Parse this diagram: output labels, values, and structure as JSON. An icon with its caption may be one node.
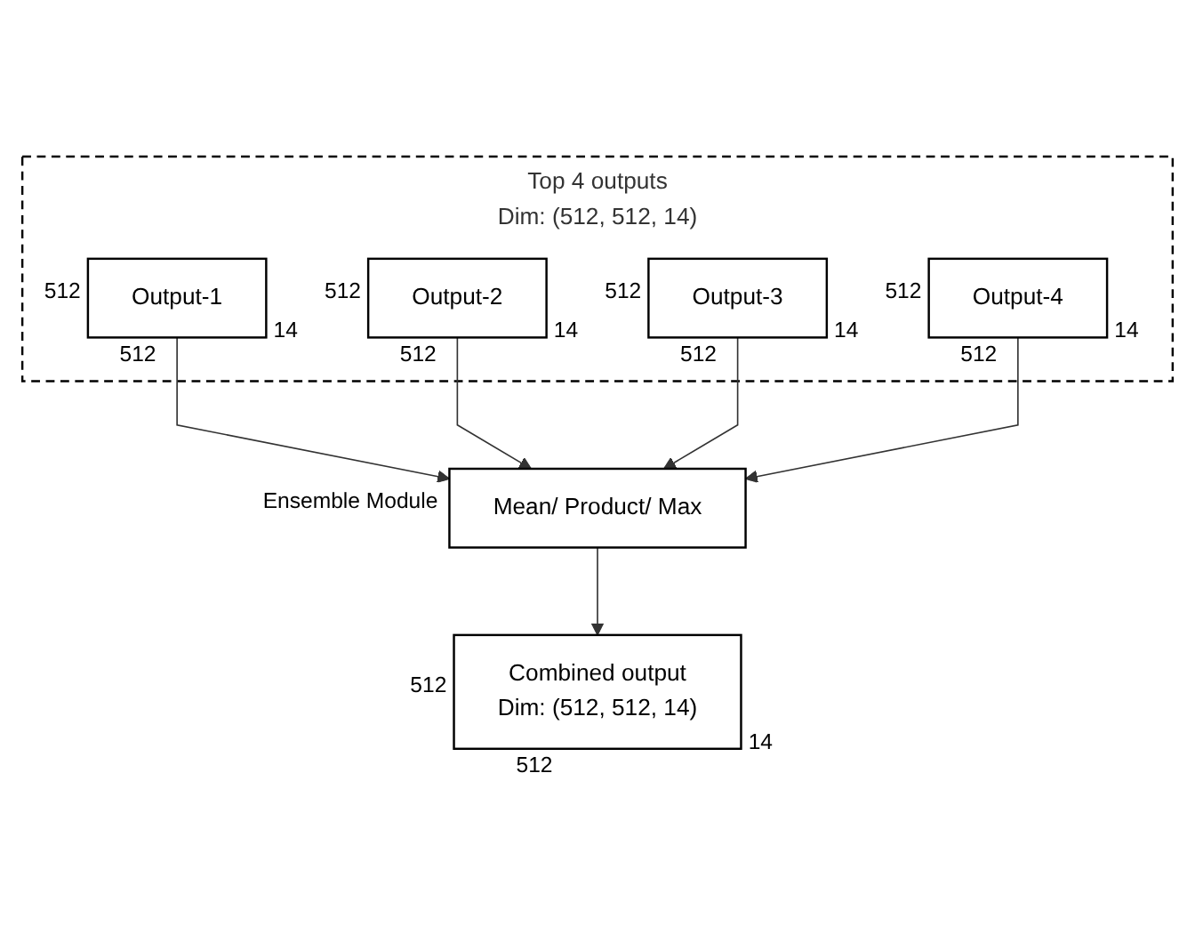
{
  "diagram": {
    "nodes": [
      {
        "text": [
          "Top 4 outputs",
          "Dim: (512, 512, 14)"
        ]
      },
      {
        "text": [
          "Output-1"
        ],
        "in": 0,
        "beside": [
          "512",
          "512",
          "14"
        ]
      },
      {
        "text": [
          "Output-2"
        ],
        "in": 0,
        "beside": [
          "512",
          "512",
          "14"
        ]
      },
      {
        "text": [
          "Output-3"
        ],
        "in": 0,
        "beside": [
          "512",
          "512",
          "14"
        ]
      },
      {
        "text": [
          "Output-4"
        ],
        "in": 0,
        "beside": [
          "512",
          "512",
          "14"
        ]
      },
      {
        "text": [
          "Mean/ Product/ Max"
        ],
        "beside": [
          "Ensemble Module"
        ]
      },
      {
        "text": [
          "Combined output",
          "Dim: (512, 512, 14)"
        ],
        "beside": [
          "512",
          "512",
          "14"
        ]
      }
    ],
    "edges": [
      {
        "from": 1,
        "to": 5,
        "arrow": "to"
      },
      {
        "from": 2,
        "to": 5,
        "arrow": "to"
      },
      {
        "from": 3,
        "to": 5,
        "arrow": "to"
      },
      {
        "from": 4,
        "to": 5,
        "arrow": "to"
      },
      {
        "from": 5,
        "to": 6,
        "arrow": "to"
      }
    ]
  }
}
